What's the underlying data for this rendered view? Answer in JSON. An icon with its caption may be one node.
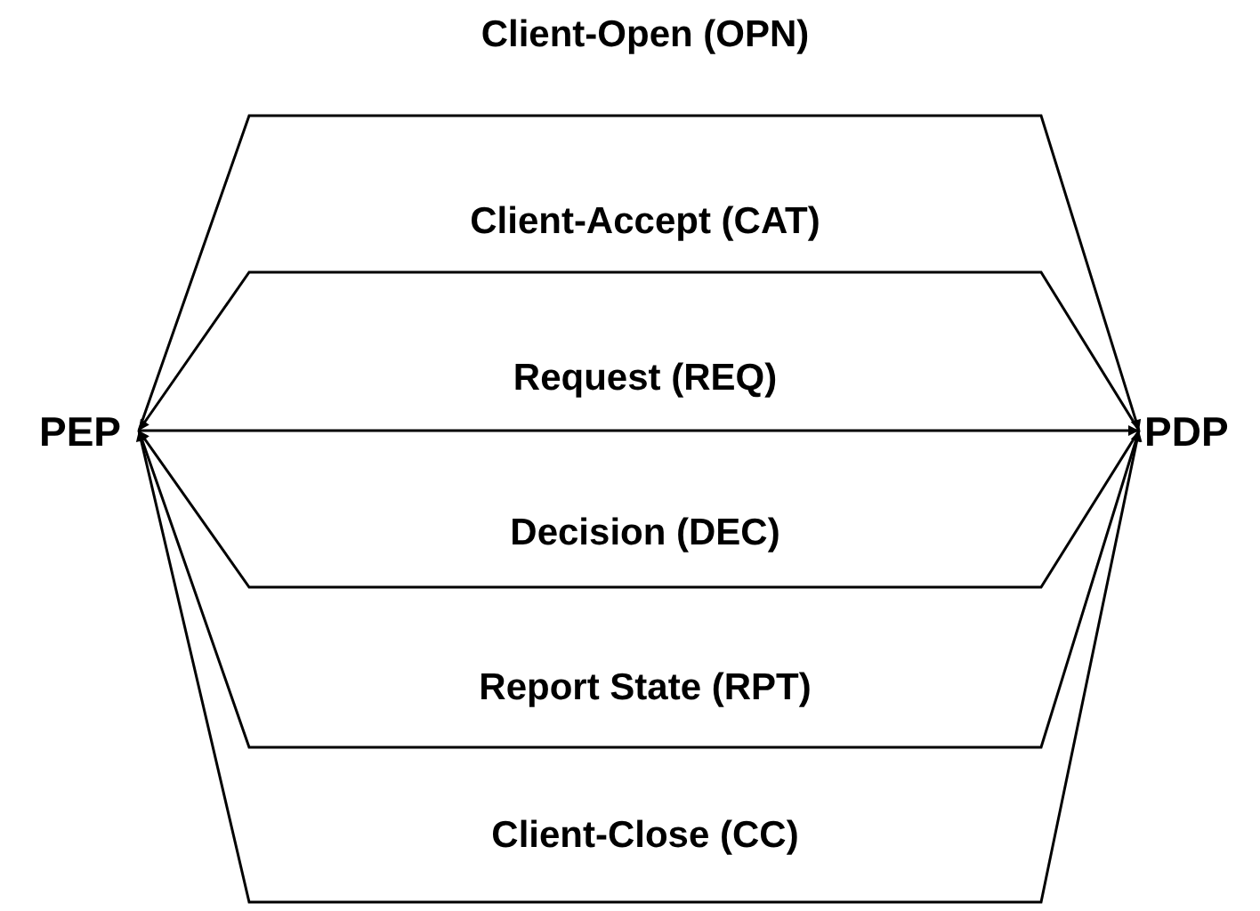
{
  "diagram": {
    "nodes": [
      {
        "text": [
          "PEP"
        ]
      },
      {
        "text": [
          "PDP"
        ]
      }
    ],
    "edges": [
      {
        "from": 0,
        "to": 1,
        "arrow": "to",
        "label": "Client-Open (OPN)"
      },
      {
        "from": 1,
        "to": 0,
        "arrow": "to",
        "label": "Client-Accept (CAT)"
      },
      {
        "from": 0,
        "to": 1,
        "arrow": "to",
        "label": "Request (REQ)"
      },
      {
        "from": 1,
        "to": 0,
        "arrow": "to",
        "label": "Decision (DEC)"
      },
      {
        "from": 0,
        "to": 1,
        "arrow": "to",
        "label": "Report State (RPT)"
      },
      {
        "from": 0,
        "to": 1,
        "arrow": "both",
        "label": "Client-Close (CC)"
      }
    ]
  }
}
